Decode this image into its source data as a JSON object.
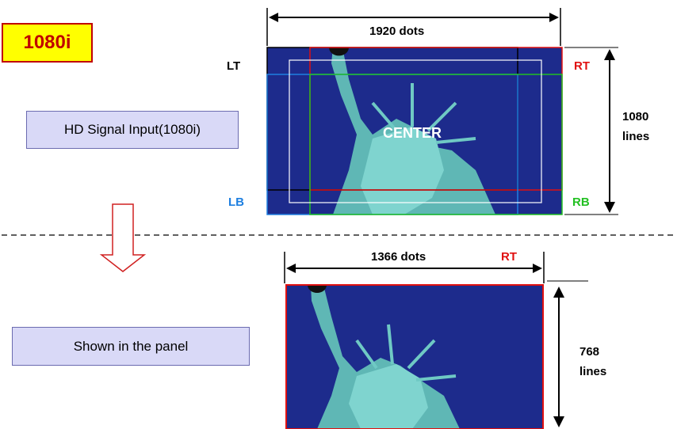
{
  "badge": "1080i",
  "input_box": "HD Signal Input(1080i)",
  "panel_box": "Shown in the panel",
  "top": {
    "width_label": "1920 dots",
    "height_label_1": "1080",
    "height_label_2": "lines",
    "corner_lt": "LT",
    "corner_rt": "RT",
    "corner_lb": "LB",
    "corner_rb": "RB",
    "center": "CENTER"
  },
  "bottom": {
    "width_label": "1366 dots",
    "corner_rt": "RT",
    "height_label_1": "768",
    "height_label_2": "lines"
  },
  "colors": {
    "red": "#e01010",
    "blue": "#1e7fe0",
    "green": "#22c022",
    "navy": "#1a237e",
    "badge_fill": "#ffff00"
  }
}
